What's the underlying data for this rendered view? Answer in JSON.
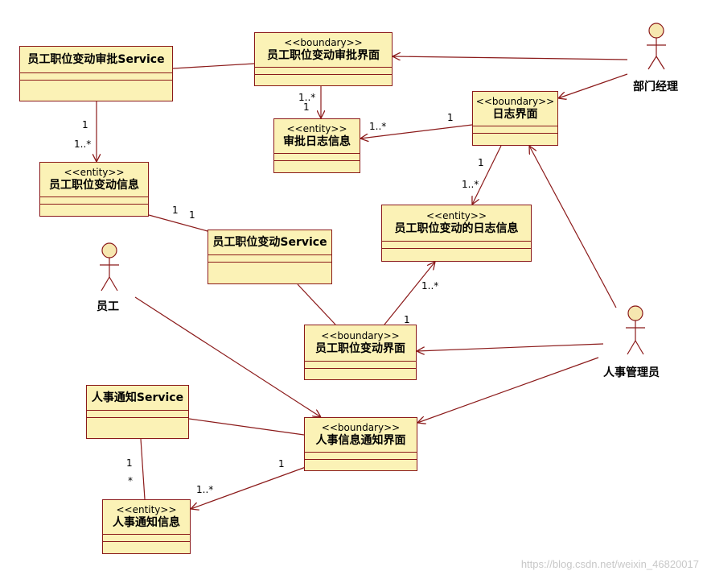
{
  "stereotypes": {
    "boundary": "<<boundary>>",
    "entity": "<<entity>>"
  },
  "classes": {
    "approval_service": "员工职位变动审批Service",
    "approval_ui": "员工职位变动审批界面",
    "approval_log": "审批日志信息",
    "log_ui": "日志界面",
    "change_info": "员工职位变动信息",
    "change_log": "员工职位变动的日志信息",
    "change_service": "员工职位变动Service",
    "change_ui": "员工职位变动界面",
    "notice_service": "人事通知Service",
    "notice_ui": "人事信息通知界面",
    "notice_info": "人事通知信息"
  },
  "actors": {
    "dept_manager": "部门经理",
    "employee": "员工",
    "hr_admin": "人事管理员"
  },
  "multiplicities": {
    "m1": "1..*",
    "m2": "1",
    "m3": "1",
    "m4": "1..*",
    "m5": "1",
    "m6": "1..*",
    "m7": "1",
    "m8": "1..*",
    "m9": "1",
    "m10": "1",
    "m11": "1",
    "m12": "1..*",
    "m13": "1",
    "m14": "*",
    "m15": "1",
    "m16": "1..*"
  },
  "watermark": "https://blog.csdn.net/weixin_46820017",
  "colors": {
    "line": "#8b1a1a",
    "fill": "#fbf2b6",
    "actor_fill": "#f6e7b0"
  }
}
